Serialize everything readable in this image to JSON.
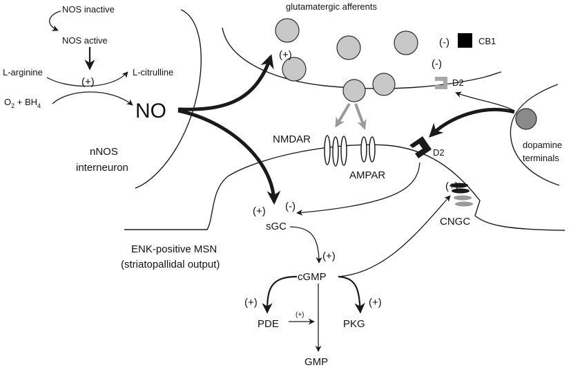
{
  "colors": {
    "ink": "#1a1a1a",
    "vesicle_fill": "#c8c8c8",
    "grey_arrow": "#9a9a9a",
    "d2_presynaptic": "#a8a8a8",
    "dopamine_terminal": "#8a8a8a",
    "cb1": "#000000"
  },
  "labels": {
    "nos_inactive": "NOS inactive",
    "nos_active": "NOS active",
    "l_arginine": "L-arginine",
    "l_citrulline": "L-citrulline",
    "o2": "O",
    "o2_sub": "2",
    "bh4": " + BH",
    "bh4_sub": "4",
    "no": "NO",
    "nnos": "nNOS",
    "interneuron": "interneuron",
    "glutamatergic": "glutamatergic afferents",
    "cb1": "CB1",
    "d2_pre": "D2",
    "d2_post": "D2",
    "nmdar": "NMDAR",
    "ampar": "AMPAR",
    "dopamine": "dopamine",
    "terminals": "terminals",
    "sgc": "sGC",
    "cngc": "CNGC",
    "enk_line1": "ENK-positive MSN",
    "enk_line2": "(striatopallidal output)",
    "cgmp": "cGMP",
    "pde": "PDE",
    "pkg": "PKG",
    "gmp": "GMP"
  },
  "signs": {
    "nos_plus": "(+)",
    "vesicle_plus": "(+)",
    "cb1_minus": "(-)",
    "d2_pre_minus": "(-)",
    "sgc_plus": "(+)",
    "sgc_minus": "(-)",
    "cngc_plus": "(+)",
    "cgmp_plus": "(+)",
    "pde_plus": "(+)",
    "pkg_plus": "(+)",
    "pde_gmp_plus": "(+)"
  }
}
